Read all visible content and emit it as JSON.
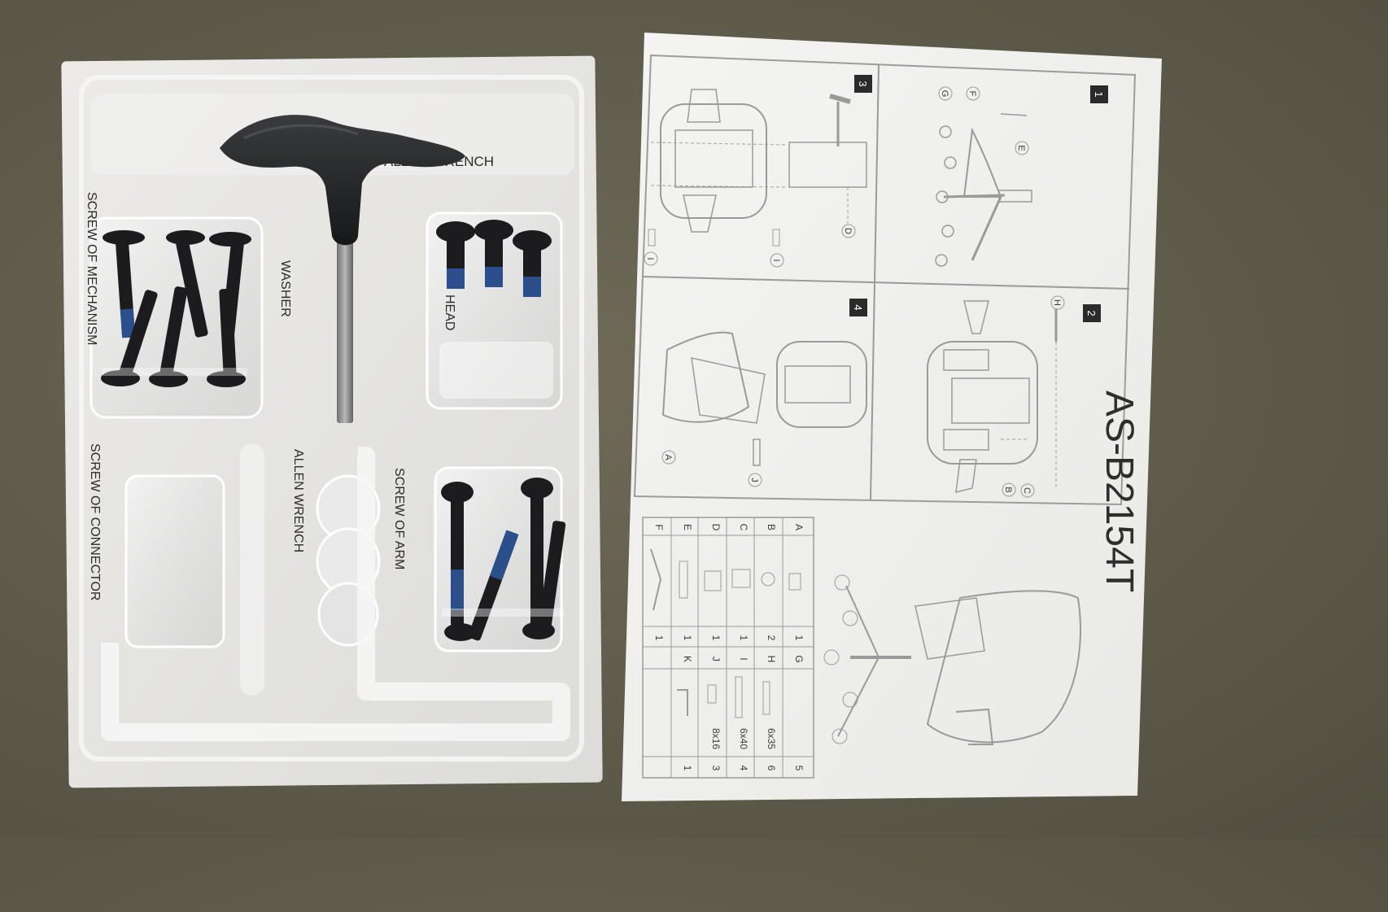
{
  "blister_card": {
    "labels": {
      "allen_wrench_top": "ALLEN WRENCH",
      "screw_of_mechanism": "SCREW OF MECHANISM",
      "washer": "WASHER",
      "head": "HEAD",
      "screw_of_connector": "SCREW OF CONNECTOR",
      "allen_wrench": "ALLEN WRENCH",
      "screw_of_arm": "SCREW OF ARM"
    }
  },
  "manual": {
    "model": "AS-B2154T",
    "steps": [
      "1",
      "2",
      "3",
      "4"
    ],
    "callouts": [
      "A",
      "B",
      "C",
      "D",
      "E",
      "F",
      "G",
      "H",
      "I",
      "J"
    ],
    "parts_table": {
      "letters_left": [
        "A",
        "B",
        "C",
        "D",
        "E",
        "F"
      ],
      "qty_left": [
        "1",
        "2",
        "1",
        "1",
        "1",
        "1"
      ],
      "letters_right": [
        "G",
        "H",
        "I",
        "J",
        "K"
      ],
      "sizes_right": [
        "",
        "6x35",
        "6x40",
        "8x16",
        ""
      ],
      "qty_right": [
        "5",
        "6",
        "4",
        "3",
        "1"
      ]
    }
  },
  "colors": {
    "background": "#5f5b4b",
    "card": "#e6e6e4",
    "paper": "#f2f2f0",
    "hardware": "#1c1c1e",
    "thread_lock": "#2a4f8a"
  }
}
